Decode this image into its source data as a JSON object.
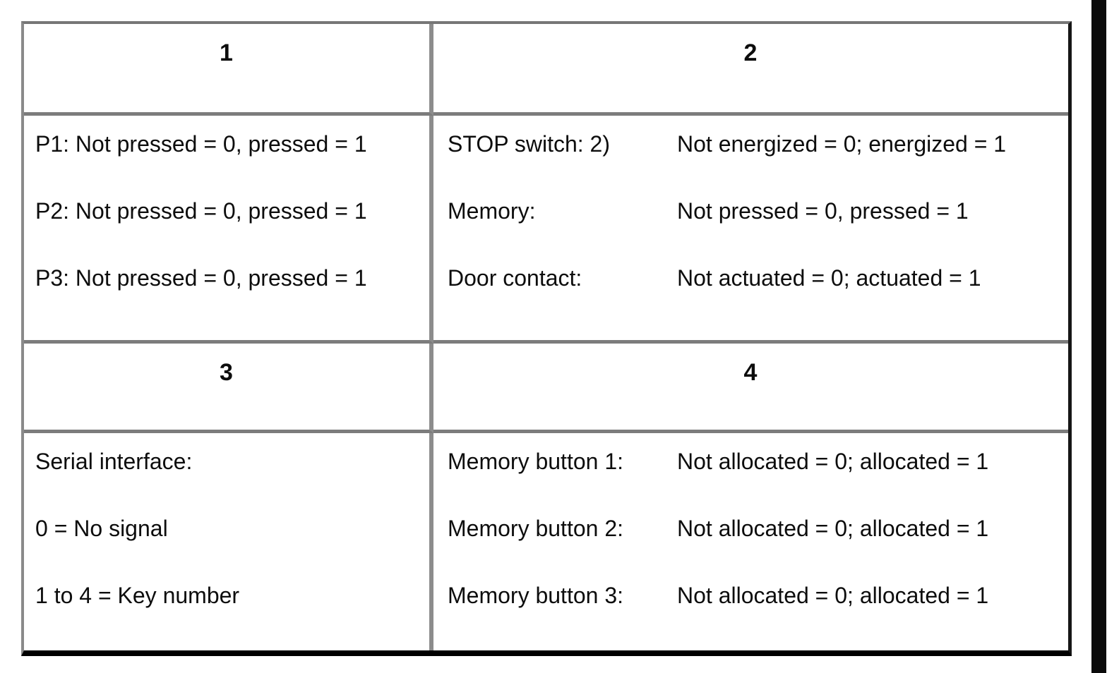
{
  "figure": {
    "type": "signal-assignment-table",
    "quadrants": [
      {
        "number": "1",
        "lines": [
          "P1: Not pressed = 0, pressed = 1",
          "P2: Not pressed = 0, pressed = 1",
          "P3: Not pressed = 0, pressed = 1"
        ]
      },
      {
        "number": "2",
        "rows": [
          {
            "label": "STOP switch: 2)",
            "value": "Not energized = 0; energized = 1"
          },
          {
            "label": "Memory:",
            "value": "Not pressed = 0, pressed = 1"
          },
          {
            "label": "Door contact:",
            "value": "Not actuated = 0; actuated = 1"
          }
        ]
      },
      {
        "number": "3",
        "lines": [
          "Serial interface:",
          "0 = No signal",
          "1 to 4 = Key number"
        ]
      },
      {
        "number": "4",
        "rows": [
          {
            "label": "Memory button 1:",
            "value": "Not allocated = 0; allocated = 1"
          },
          {
            "label": "Memory button 2:",
            "value": "Not allocated = 0; allocated = 1"
          },
          {
            "label": "Memory button 3:",
            "value": "Not allocated = 0; allocated = 1"
          }
        ]
      }
    ]
  }
}
